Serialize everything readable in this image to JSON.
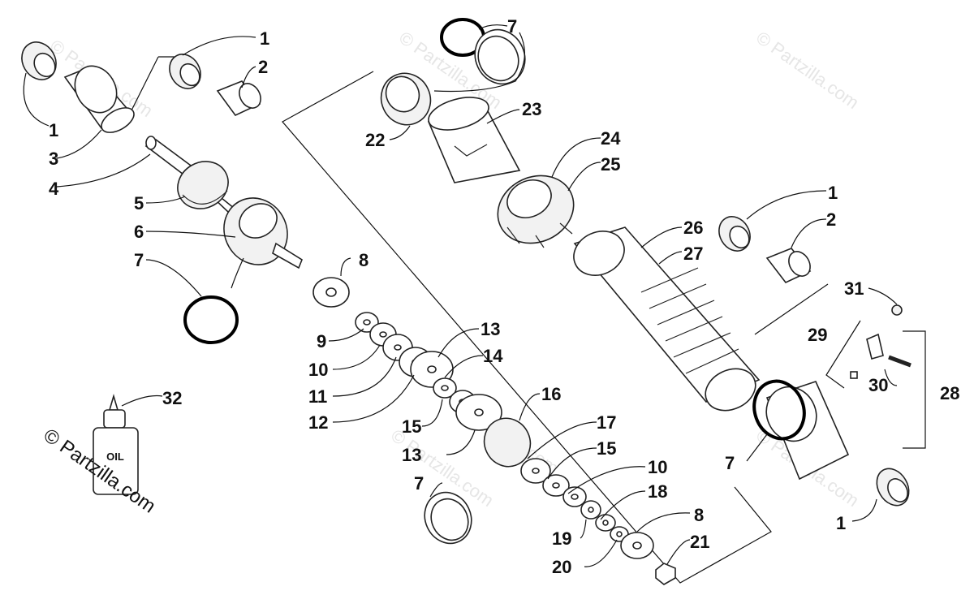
{
  "watermarks": [
    "© Partzilla.com",
    "© Partzilla.com",
    "© Partzilla.com",
    "© Partzilla.com",
    "© Partzilla.com",
    "© Partzilla.com"
  ],
  "copyright": "© Partzilla.com",
  "oil_text": "OIL",
  "callouts": [
    {
      "id": "c1a",
      "text": "1"
    },
    {
      "id": "c2a",
      "text": "2"
    },
    {
      "id": "c1b",
      "text": "1"
    },
    {
      "id": "c3",
      "text": "3"
    },
    {
      "id": "c4",
      "text": "4"
    },
    {
      "id": "c5",
      "text": "5"
    },
    {
      "id": "c6",
      "text": "6"
    },
    {
      "id": "c7a",
      "text": "7"
    },
    {
      "id": "c7b",
      "text": "7"
    },
    {
      "id": "c22",
      "text": "22"
    },
    {
      "id": "c23",
      "text": "23"
    },
    {
      "id": "c24",
      "text": "24"
    },
    {
      "id": "c25",
      "text": "25"
    },
    {
      "id": "c8a",
      "text": "8"
    },
    {
      "id": "c9",
      "text": "9"
    },
    {
      "id": "c10a",
      "text": "10"
    },
    {
      "id": "c11",
      "text": "11"
    },
    {
      "id": "c12",
      "text": "12"
    },
    {
      "id": "c13a",
      "text": "13"
    },
    {
      "id": "c14",
      "text": "14"
    },
    {
      "id": "c15a",
      "text": "15"
    },
    {
      "id": "c13b",
      "text": "13"
    },
    {
      "id": "c16",
      "text": "16"
    },
    {
      "id": "c17",
      "text": "17"
    },
    {
      "id": "c15b",
      "text": "15"
    },
    {
      "id": "c10b",
      "text": "10"
    },
    {
      "id": "c18",
      "text": "18"
    },
    {
      "id": "c7c",
      "text": "7"
    },
    {
      "id": "c19",
      "text": "19"
    },
    {
      "id": "c8b",
      "text": "8"
    },
    {
      "id": "c21",
      "text": "21"
    },
    {
      "id": "c20",
      "text": "20"
    },
    {
      "id": "c32",
      "text": "32"
    },
    {
      "id": "c1c",
      "text": "1"
    },
    {
      "id": "c2b",
      "text": "2"
    },
    {
      "id": "c26",
      "text": "26"
    },
    {
      "id": "c27",
      "text": "27"
    },
    {
      "id": "c31",
      "text": "31"
    },
    {
      "id": "c29",
      "text": "29"
    },
    {
      "id": "c30",
      "text": "30"
    },
    {
      "id": "c28",
      "text": "28"
    },
    {
      "id": "c7d",
      "text": "7"
    },
    {
      "id": "c1d",
      "text": "1"
    }
  ]
}
